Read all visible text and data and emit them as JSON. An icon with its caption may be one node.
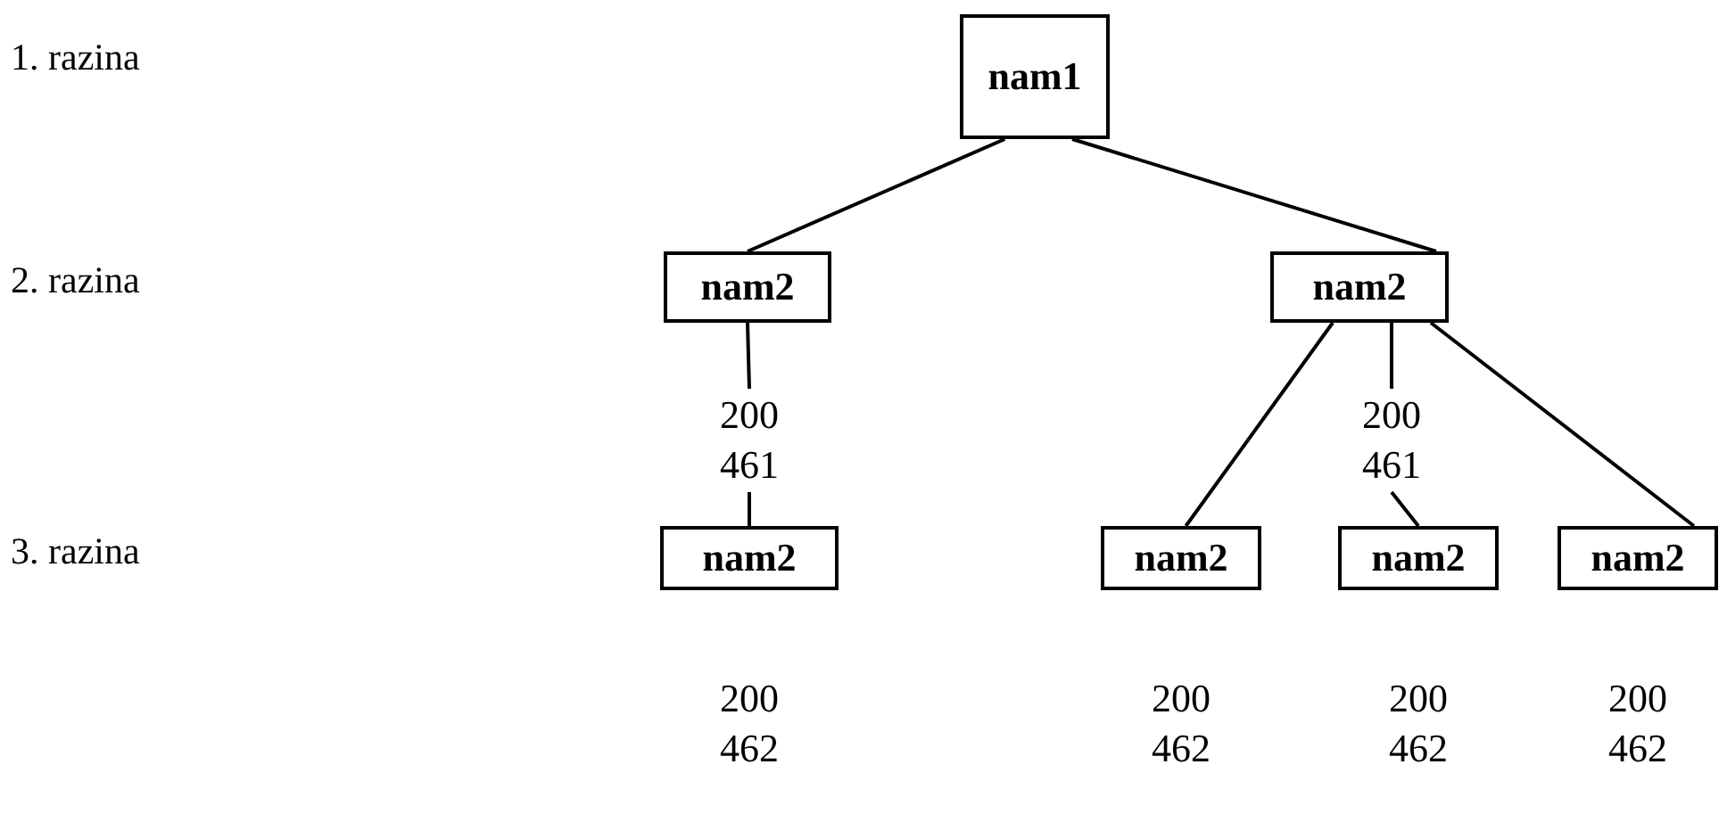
{
  "diagram": {
    "nodes": [
      {
        "text": [
          "nam1"
        ]
      },
      {
        "text": [
          "nam2"
        ]
      },
      {
        "text": [
          "200 461"
        ]
      },
      {
        "text": [
          "nam2"
        ],
        "beside": [
          "200 462"
        ]
      },
      {
        "text": [
          "nam2"
        ]
      },
      {
        "text": [
          "200 461"
        ]
      },
      {
        "text": [
          "nam2"
        ],
        "beside": [
          "200 462"
        ]
      },
      {
        "text": [
          "nam2"
        ],
        "beside": [
          "200 462"
        ]
      },
      {
        "text": [
          "nam2"
        ],
        "beside": [
          "200 462"
        ]
      }
    ],
    "edges": [
      {
        "from": 0,
        "to": 1,
        "arrow": "none"
      },
      {
        "from": 0,
        "to": 4,
        "arrow": "none"
      },
      {
        "from": 1,
        "to": 2,
        "arrow": "none"
      },
      {
        "from": 2,
        "to": 3,
        "arrow": "none"
      },
      {
        "from": 4,
        "to": 6,
        "arrow": "none"
      },
      {
        "from": 4,
        "to": 5,
        "arrow": "none"
      },
      {
        "from": 5,
        "to": 7,
        "arrow": "none"
      },
      {
        "from": 4,
        "to": 8,
        "arrow": "none"
      }
    ],
    "labels": [
      "1. razina",
      "2. razina",
      "3. razina"
    ]
  }
}
